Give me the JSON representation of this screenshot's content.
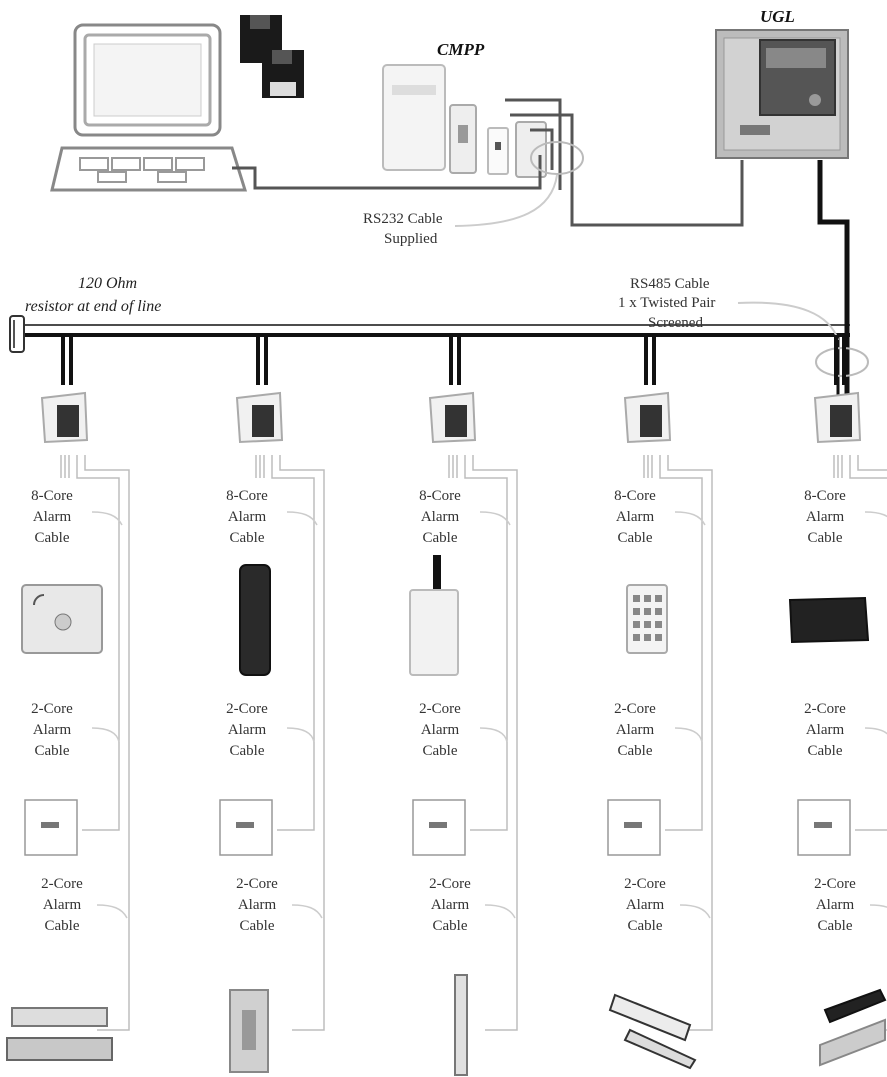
{
  "headers": {
    "cmpp": "CMPP",
    "ugl": "UGL"
  },
  "annotations": {
    "rs232_line1": "RS232 Cable",
    "rs232_line2": "Supplied",
    "resistor_line1": "120 Ohm",
    "resistor_line2": "resistor at end of line",
    "rs485_line1": "RS485 Cable",
    "rs485_line2": "1 x Twisted Pair",
    "rs485_line3": "Screened"
  },
  "columns": [
    {
      "reader": "proximity-keyswitch-reader",
      "lock": "magnetic-lock",
      "cable1": [
        "8-Core",
        "Alarm",
        "Cable"
      ],
      "cable2": [
        "2-Core",
        "Alarm",
        "Cable"
      ],
      "cable3": [
        "2-Core",
        "Alarm",
        "Cable"
      ]
    },
    {
      "reader": "slim-proximity-reader",
      "lock": "electric-strike",
      "cable1": [
        "8-Core",
        "Alarm",
        "Cable"
      ],
      "cable2": [
        "2-Core",
        "Alarm",
        "Cable"
      ],
      "cable3": [
        "2-Core",
        "Alarm",
        "Cable"
      ]
    },
    {
      "reader": "swipe-card-reader",
      "lock": "mortice-strike",
      "cable1": [
        "8-Core",
        "Alarm",
        "Cable"
      ],
      "cable2": [
        "2-Core",
        "Alarm",
        "Cable"
      ],
      "cable3": [
        "2-Core",
        "Alarm",
        "Cable"
      ]
    },
    {
      "reader": "keypad-reader",
      "lock": "shear-lock",
      "cable1": [
        "8-Core",
        "Alarm",
        "Cable"
      ],
      "cable2": [
        "2-Core",
        "Alarm",
        "Cable"
      ],
      "cable3": [
        "2-Core",
        "Alarm",
        "Cable"
      ]
    },
    {
      "reader": "dark-proximity-reader",
      "lock": "mag-lock-bracket",
      "cable1": [
        "8-Core",
        "Alarm",
        "Cable"
      ],
      "cable2": [
        "2-Core",
        "Alarm",
        "Cable"
      ],
      "cable3": [
        "2-Core",
        "Alarm",
        "Cable"
      ]
    }
  ],
  "colors": {
    "cable": "#111111",
    "thin_wire": "#bdbdbd",
    "device_fill": "#eeeeee"
  }
}
